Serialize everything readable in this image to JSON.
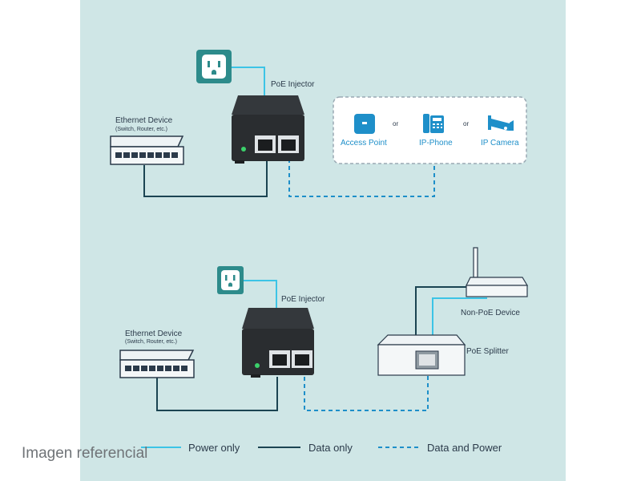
{
  "top": {
    "injector_label": "PoE Injector",
    "ethernet_device_label": "Ethernet Device",
    "ethernet_device_sub": "(Switch, Router, etc.)",
    "clients": [
      {
        "label": "Access Point",
        "icon": "access-point-icon"
      },
      {
        "label": "IP-Phone",
        "icon": "ip-phone-icon"
      },
      {
        "label": "IP Camera",
        "icon": "ip-camera-icon"
      }
    ],
    "or_text": "or"
  },
  "bottom": {
    "injector_label": "PoE Injector",
    "ethernet_device_label": "Ethernet Device",
    "ethernet_device_sub": "(Switch, Router, etc.)",
    "non_poe_label": "Non-PoE Device",
    "splitter_label": "PoE Splitter"
  },
  "legend": {
    "power_only": "Power only",
    "data_only": "Data only",
    "data_and_power": "Data and Power"
  },
  "caption": "Imagen referencial",
  "colors": {
    "background_panel": "#cfe6e6",
    "power_line": "#3cc4e6",
    "data_line": "#1b4452",
    "data_power_line": "#1e8fc9",
    "accent_blue": "#1e8fc9",
    "device_dark": "#2a2d30"
  }
}
